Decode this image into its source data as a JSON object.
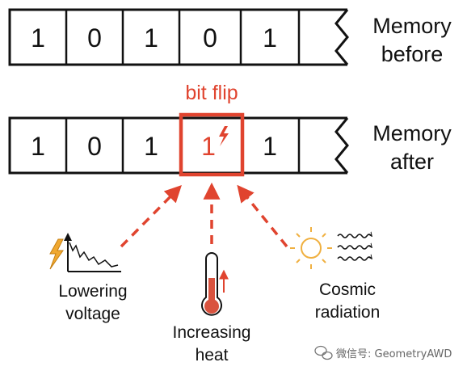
{
  "memory_before": {
    "bits": [
      "1",
      "0",
      "1",
      "0",
      "1"
    ],
    "label_line1": "Memory",
    "label_line2": "before"
  },
  "memory_after": {
    "bits": [
      "1",
      "0",
      "1",
      "1",
      "1"
    ],
    "label_line1": "Memory",
    "label_line2": "after"
  },
  "bit_flip_label": "bit flip",
  "causes": {
    "voltage": {
      "line1": "Lowering",
      "line2": "voltage",
      "icon": "lightning-voltage-graph-icon"
    },
    "heat": {
      "line1": "Increasing",
      "line2": "heat",
      "icon": "thermometer-icon"
    },
    "radiation": {
      "line1": "Cosmic",
      "line2": "radiation",
      "icon": "sun-radiation-icon"
    }
  },
  "watermark": "微信号: GeometryAWD",
  "colors": {
    "accent": "#e0442f",
    "lightning": "#f0a830",
    "sun": "#f0b040",
    "ink": "#111111"
  }
}
